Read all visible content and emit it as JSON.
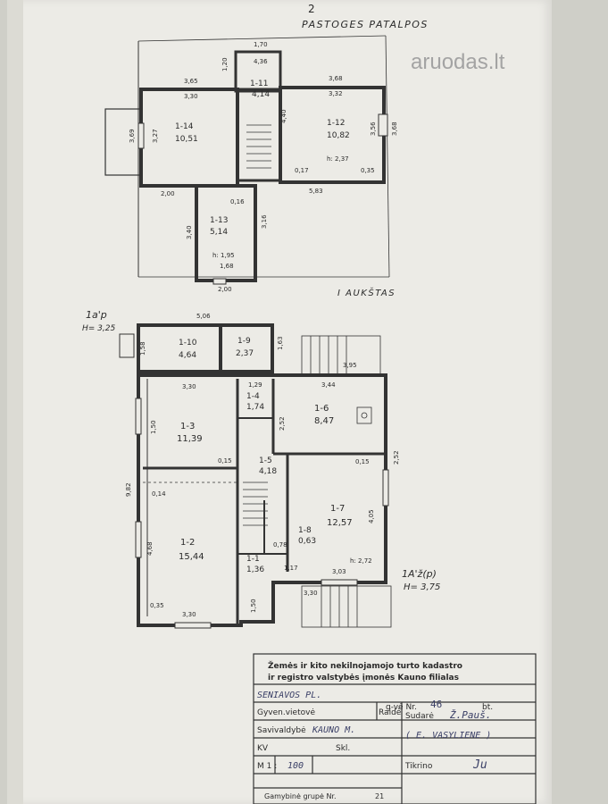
{
  "page_number": "2",
  "watermark": "aruodas.lt",
  "attic": {
    "title": "PASTOGES  PATALPOS",
    "rooms": [
      {
        "id": "1-11",
        "area": "4,14"
      },
      {
        "id": "1-12",
        "area": "10,82"
      },
      {
        "id": "1-13",
        "area": "5,14"
      },
      {
        "id": "1-14",
        "area": "10,51"
      }
    ],
    "dims": [
      "1,70",
      "4,36",
      "1,20",
      "3,65",
      "3,30",
      "3,68",
      "3,32",
      "3,69",
      "3,27",
      "4,40",
      "3,56",
      "3,68",
      "0,17",
      "0,35",
      "5,83",
      "2,00",
      "0,16",
      "3,40",
      "3,16",
      "1,68",
      "2,00"
    ],
    "heights": [
      "h: 2,37",
      "h: 1,95"
    ]
  },
  "first_floor": {
    "title": "I AUKŠTAS",
    "block_label": "1a'p",
    "block_height": "H= 3,25",
    "rooms": [
      {
        "id": "1-1",
        "area": "1,36"
      },
      {
        "id": "1-2",
        "area": "15,44"
      },
      {
        "id": "1-3",
        "area": "11,39"
      },
      {
        "id": "1-4",
        "area": "1,74"
      },
      {
        "id": "1-5",
        "area": "4,18"
      },
      {
        "id": "1-6",
        "area": "8,47"
      },
      {
        "id": "1-7",
        "area": "12,57"
      },
      {
        "id": "1-8",
        "area": "0,63"
      },
      {
        "id": "1-9",
        "area": "2,37"
      },
      {
        "id": "1-10",
        "area": "4,64"
      }
    ],
    "dims": [
      "5,06",
      "1,58",
      "1,63",
      "3,95",
      "3,30",
      "1,29",
      "3,44",
      "1,50",
      "2,52",
      "0,15",
      "0,15",
      "2,52",
      "0,14",
      "9,82",
      "4,68",
      "4,05",
      "0,35",
      "3,30",
      "3,03",
      "3,30",
      "1,50",
      "0,78",
      "1,17"
    ],
    "heights": [
      "h: 2,72"
    ],
    "main_label": "1A'ž(p)",
    "main_height": "H= 3,75"
  },
  "stamp": {
    "title_line1": "Žemės ir kito nekilnojamojo turto kadastro",
    "title_line2": "ir registro valstybės įmonės Kauno filialas",
    "street": "SENIAVOS PL.",
    "gve_label": "g-vė Nr.",
    "gve_value": "46",
    "bt_label": "bt.",
    "gyven_label": "Gyven.vietovė",
    "raid_label": "Raidė",
    "sudare_label": "Sudarė",
    "sudare_sign": "Ž.Pauš.",
    "savivaldybe_label": "Savivaldybė",
    "savivaldybe_value": "KAUNO M.",
    "kv_label": "KV",
    "compiler_name": "( E. VASYLIENE )",
    "skl_label": "Skl.",
    "tikrino_label": "Tikrino",
    "tikrino_sign": "Ju",
    "scale_label": "M 1 :",
    "scale_value": "100",
    "bottom_label": "Gamybinė grupė  Nr.",
    "bottom_value": "21"
  }
}
